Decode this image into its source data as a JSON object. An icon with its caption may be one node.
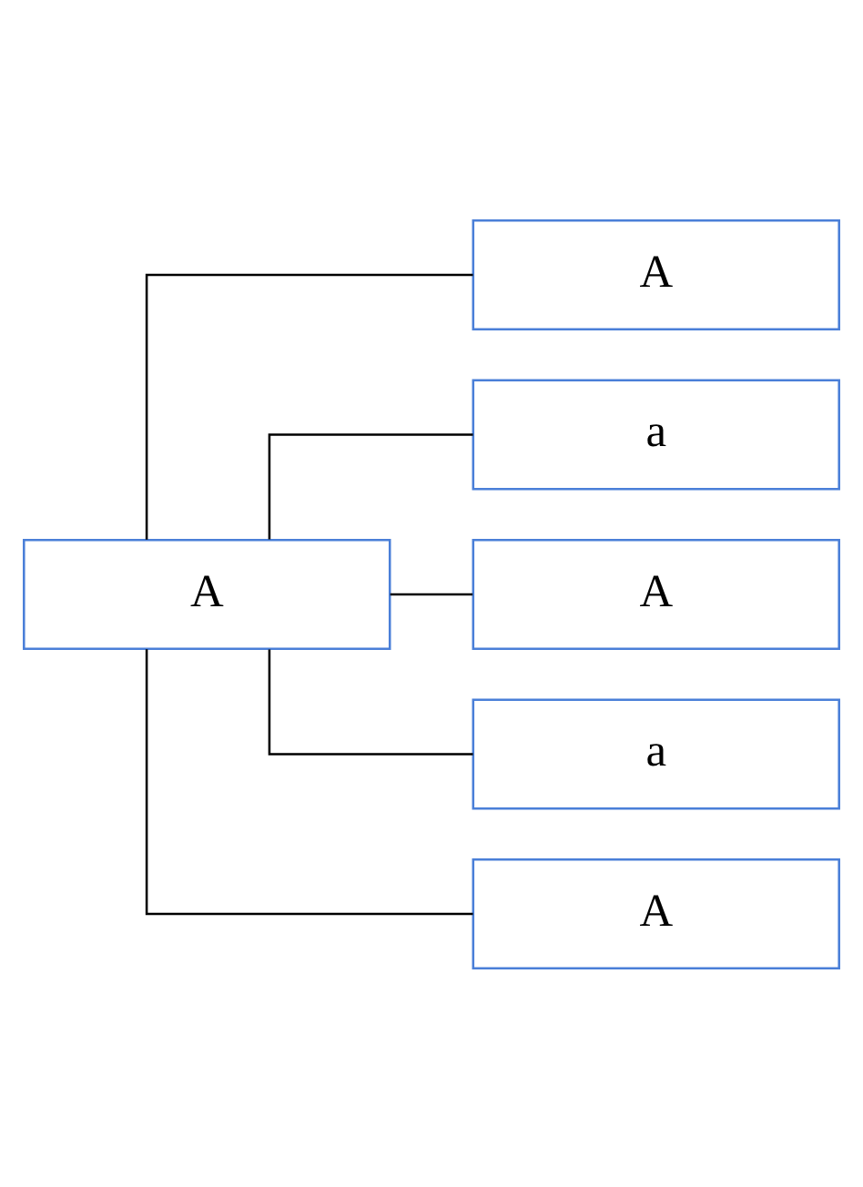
{
  "diagram": {
    "nodes": [
      {
        "text": [
          "A"
        ]
      },
      {
        "text": [
          "A"
        ]
      },
      {
        "text": [
          "a"
        ]
      },
      {
        "text": [
          "A"
        ]
      },
      {
        "text": [
          "a"
        ]
      },
      {
        "text": [
          "A"
        ]
      }
    ],
    "edges": [
      {
        "from": 0,
        "to": 1,
        "arrow": "none"
      },
      {
        "from": 0,
        "to": 2,
        "arrow": "none"
      },
      {
        "from": 0,
        "to": 3,
        "arrow": "none"
      },
      {
        "from": 0,
        "to": 4,
        "arrow": "none"
      },
      {
        "from": 0,
        "to": 5,
        "arrow": "none"
      }
    ]
  }
}
